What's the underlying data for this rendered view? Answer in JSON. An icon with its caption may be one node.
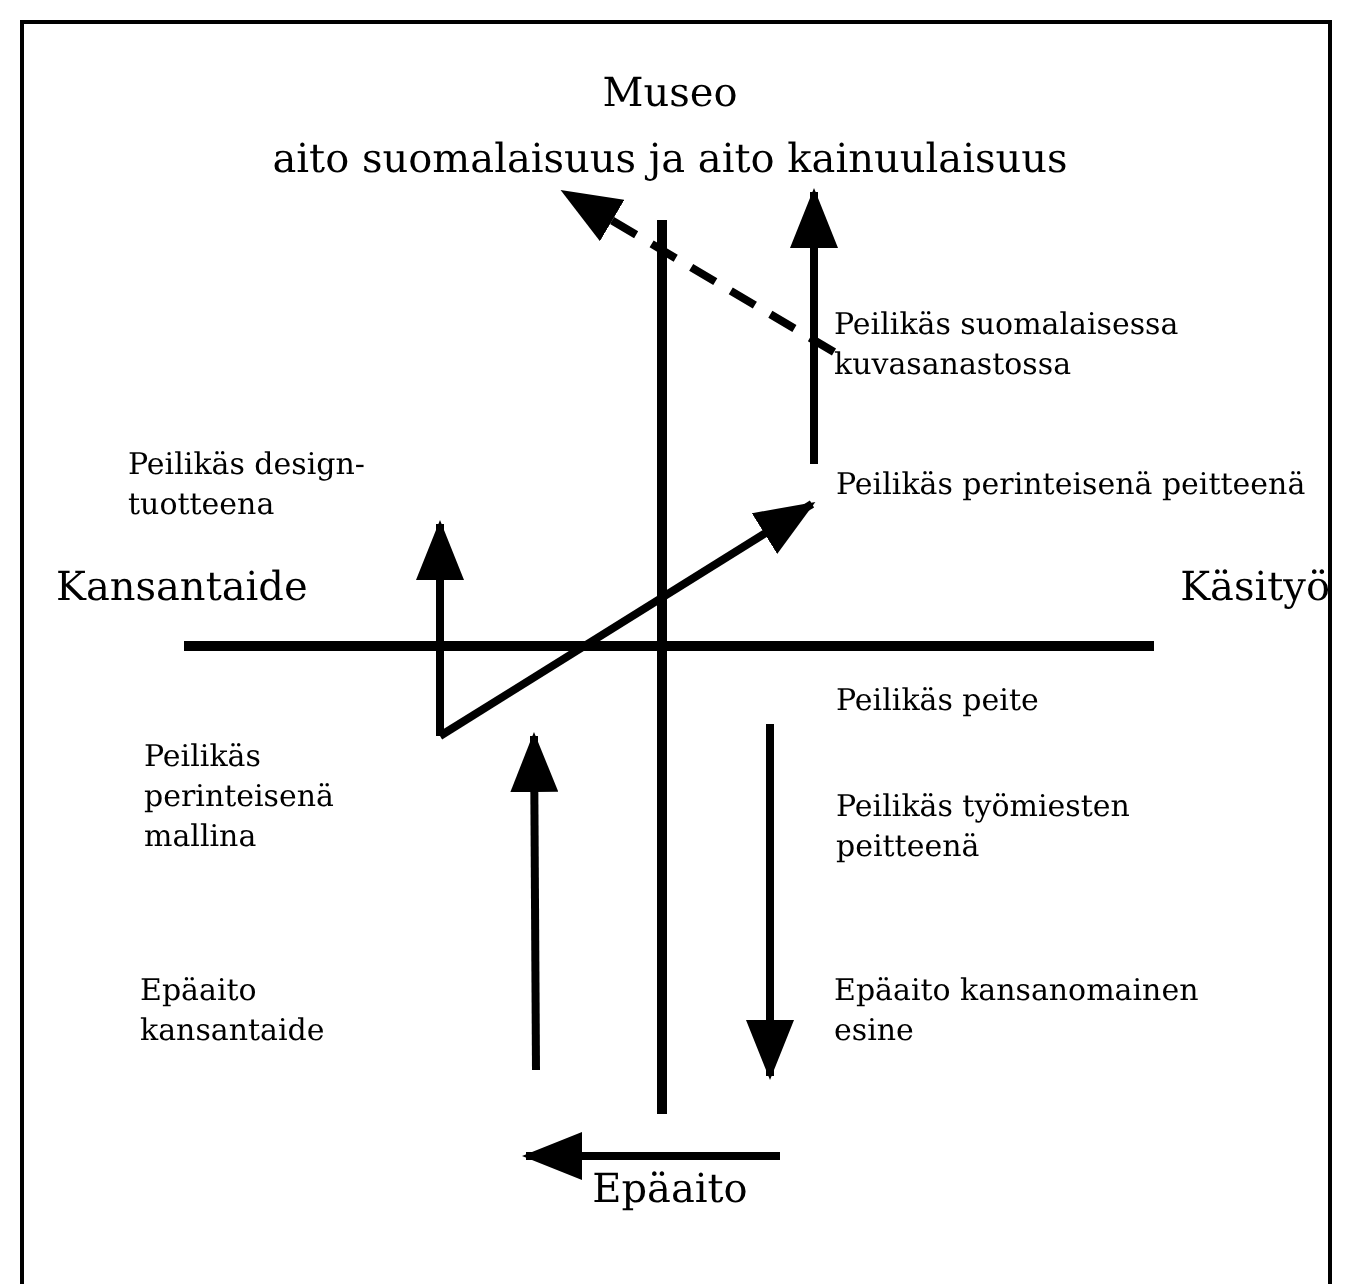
{
  "diagram": {
    "nodes": [
      {
        "text": [
          "Museo",
          "aito suomalaisuus ja aito kainuulaisuus"
        ]
      },
      {
        "text": [
          "Kansantaide"
        ]
      },
      {
        "text": [
          "Käsityö"
        ]
      },
      {
        "text": [
          "Epäaito"
        ]
      },
      {
        "text": [
          "Peilikäs suomalaisessa kuvasanastossa"
        ]
      },
      {
        "text": [
          "Peilikäs design-tuotteena"
        ]
      },
      {
        "text": [
          "Peilikäs perinteisenä peitteenä"
        ]
      },
      {
        "text": [
          "Peilikäs peite"
        ]
      },
      {
        "text": [
          "Peilikäs perinteisenä mallina"
        ]
      },
      {
        "text": [
          "Peilikäs työmiesten peitteenä"
        ]
      },
      {
        "text": [
          "Epäaito kansantaide"
        ]
      },
      {
        "text": [
          "Epäaito kansanomainen esine"
        ]
      }
    ],
    "edges": [
      {
        "from": 4,
        "to": 0,
        "arrow": "to",
        "style": "dashed"
      },
      {
        "from": 6,
        "to": 0,
        "arrow": "to"
      },
      {
        "from": 8,
        "to": 5,
        "arrow": "to"
      },
      {
        "from": 8,
        "to": 6,
        "arrow": "to"
      },
      {
        "from": 7,
        "to": 11,
        "arrow": "to"
      },
      {
        "from": null,
        "to": 3,
        "arrow": "to"
      }
    ]
  }
}
